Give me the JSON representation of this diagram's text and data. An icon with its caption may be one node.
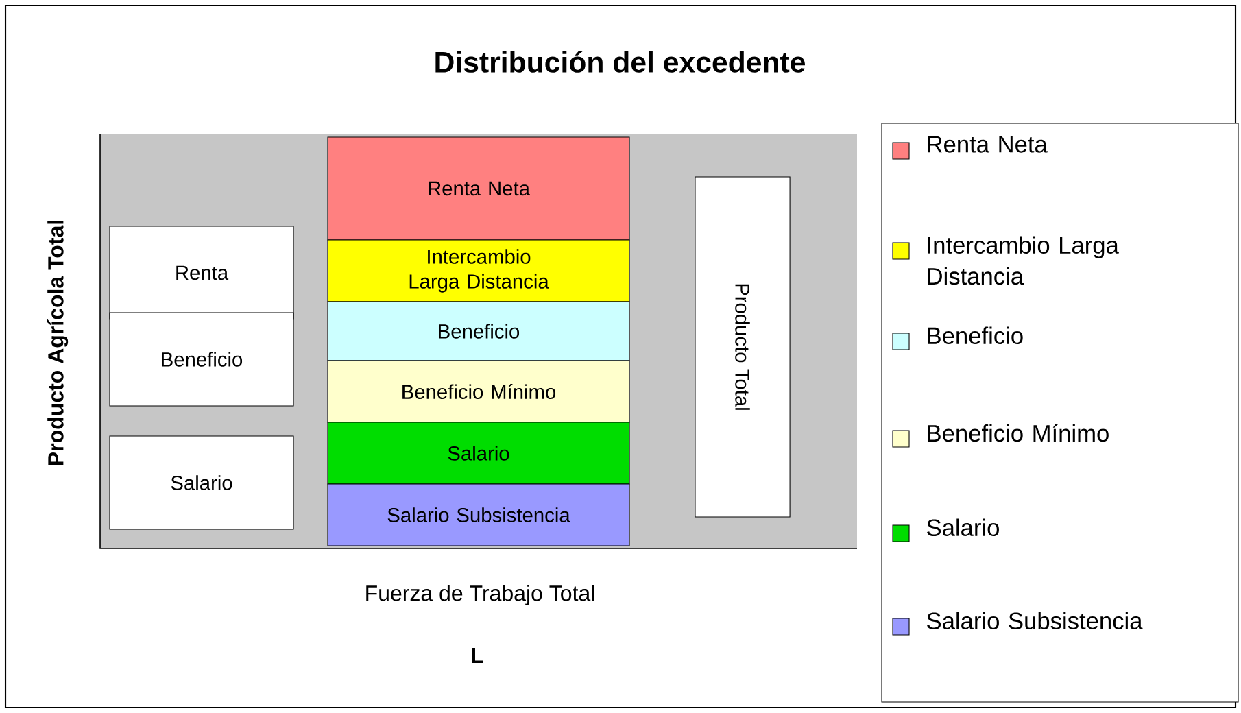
{
  "diagram": {
    "title": "Distribución del excedente",
    "nodes": [
      {
        "text": [
          "Renta"
        ]
      },
      {
        "text": [
          "Beneficio"
        ]
      },
      {
        "text": [
          "Salario"
        ]
      },
      {
        "text": [
          "Renta Neta"
        ]
      },
      {
        "text": [
          "Intercambio Larga Distancia"
        ]
      },
      {
        "text": [
          "Beneficio"
        ]
      },
      {
        "text": [
          "Beneficio Mínimo"
        ]
      },
      {
        "text": [
          "Salario"
        ]
      },
      {
        "text": [
          "Salario Subsistencia"
        ]
      },
      {
        "text": [
          "Producto Total"
        ]
      }
    ],
    "labels": [
      "Producto Agrícola Total",
      "Fuerza de Trabajo Total",
      "L"
    ],
    "legend": [
      {
        "text": "Renta Neta",
        "color": "#ff8080"
      },
      {
        "text": "Intercambio Larga Distancia",
        "color": "#ffff00"
      },
      {
        "text": "Beneficio",
        "color": "#ccffff"
      },
      {
        "text": "Beneficio Mínimo",
        "color": "#ffffcc"
      },
      {
        "text": "Salario",
        "color": "#00dd00"
      },
      {
        "text": "Salario Subsistencia",
        "color": "#9999ff"
      }
    ]
  }
}
